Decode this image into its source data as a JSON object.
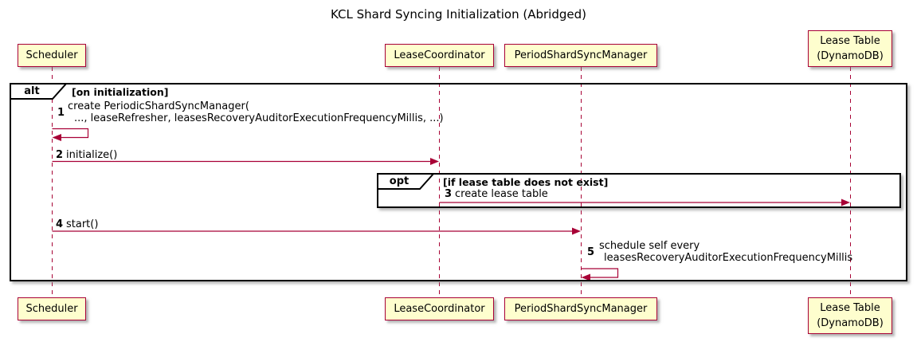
{
  "title": "KCL Shard Syncing Initialization (Abridged)",
  "colors": {
    "participant_fill": "#FEFECE",
    "participant_border": "#A80036",
    "arrow": "#A80036",
    "lifeline": "#A80036",
    "frame_border": "#000000"
  },
  "participants": [
    {
      "label": "Scheduler"
    },
    {
      "label": "LeaseCoordinator"
    },
    {
      "label": "PeriodShardSyncManager"
    },
    {
      "line1": "Lease Table",
      "line2": "(DynamoDB)"
    }
  ],
  "frames": {
    "alt": {
      "operator": "alt",
      "condition": "[on initialization]"
    },
    "opt": {
      "operator": "opt",
      "condition": "[if lease table does not exist]"
    }
  },
  "messages": [
    {
      "num": "1",
      "line1": "create PeriodicShardSyncManager(",
      "line2": "..., leaseRefresher, leasesRecoveryAuditorExecutionFrequencyMillis, ...)"
    },
    {
      "num": "2",
      "text": "initialize()"
    },
    {
      "num": "3",
      "text": "create lease table"
    },
    {
      "num": "4",
      "text": "start()"
    },
    {
      "num": "5",
      "line1": "schedule self every",
      "line2": "leasesRecoveryAuditorExecutionFrequencyMillis"
    }
  ]
}
